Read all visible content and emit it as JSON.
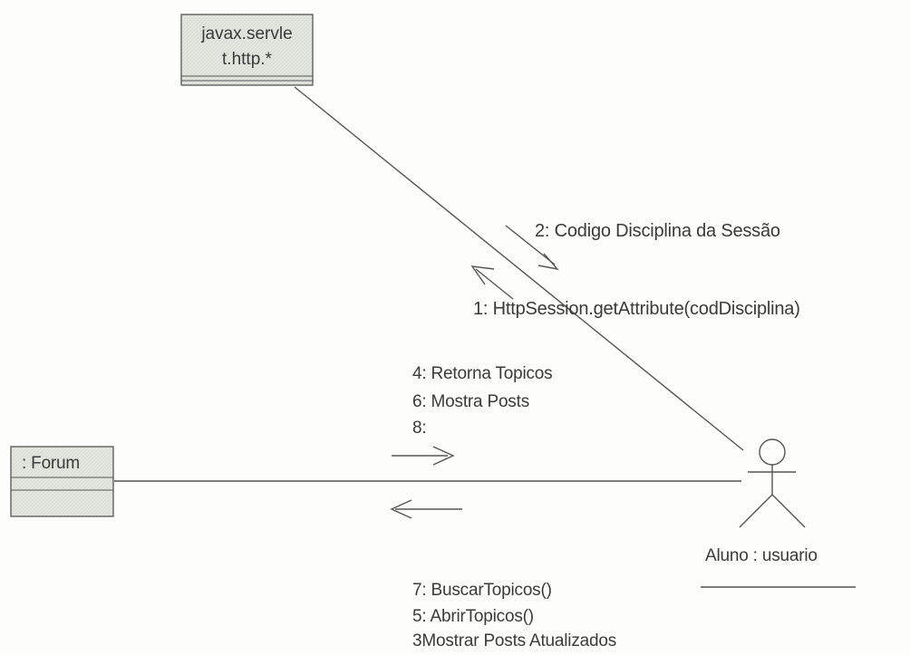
{
  "diagram": {
    "objects": {
      "servlet_line1": "javax.servle",
      "servlet_line2": "t.http.*",
      "forum": ": Forum",
      "actor": "Aluno : usuario"
    },
    "messages": {
      "m2": "2: Codigo Disciplina da Sessão",
      "m1": "1: HttpSession.getAttribute(codDisciplina)",
      "m4": "4: Retorna Topicos",
      "m6": "6: Mostra Posts",
      "m8": "8:",
      "m7": "7: BuscarTopicos()",
      "m5": "5: AbrirTopicos()",
      "m3": "3Mostrar Posts Atualizados"
    }
  }
}
